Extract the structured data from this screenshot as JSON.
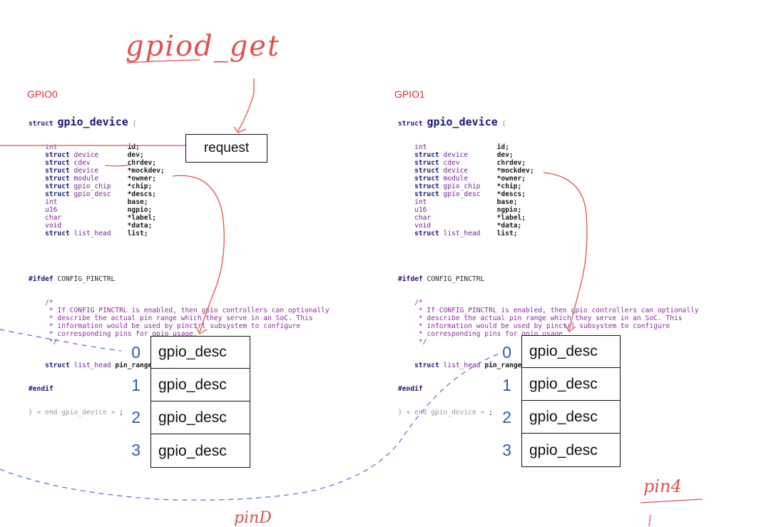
{
  "annotations": {
    "top_note": "gpiod_get",
    "bottom_note": "pin4",
    "bottom_mid_note": "pinD"
  },
  "gpio0": {
    "title": "GPIO0",
    "request_label": "request",
    "indices": [
      "0",
      "1",
      "2",
      "3"
    ],
    "descs": [
      "gpio_desc",
      "gpio_desc",
      "gpio_desc",
      "gpio_desc"
    ]
  },
  "gpio1": {
    "title": "GPIO1",
    "indices": [
      "0",
      "1",
      "2",
      "3"
    ],
    "descs": [
      "gpio_desc",
      "gpio_desc",
      "gpio_desc",
      "gpio_desc"
    ]
  },
  "code": {
    "struct_kw": "struct",
    "struct_name": "gpio_device",
    "open_brace": "{",
    "fields": [
      {
        "a": "int",
        "b": "",
        "n": "id;"
      },
      {
        "a": "struct",
        "b": "device",
        "n": "dev;"
      },
      {
        "a": "struct",
        "b": "cdev",
        "n": "chrdev;"
      },
      {
        "a": "struct",
        "b": "device",
        "n": "*mockdev;"
      },
      {
        "a": "struct",
        "b": "module",
        "n": "*owner;"
      },
      {
        "a": "struct",
        "b": "gpio_chip",
        "n": "*chip;"
      },
      {
        "a": "struct",
        "b": "gpio_desc",
        "n": "*descs;"
      },
      {
        "a": "int",
        "b": "",
        "n": "base;"
      },
      {
        "a": "u16",
        "b": "",
        "n": "ngpio;"
      },
      {
        "a": "char",
        "b": "",
        "n": "*label;"
      },
      {
        "a": "void",
        "b": "",
        "n": "*data;"
      },
      {
        "a": "struct",
        "b": "list_head",
        "n": "list;"
      }
    ],
    "ifdef": "#ifdef",
    "ifdef_macro": "CONFIG_PINCTRL",
    "comment": [
      "/*",
      " * If CONFIG_PINCTRL is enabled, then gpio controllers can optionally",
      " * describe the actual pin range which they serve in an SoC. This",
      " * information would be used by pinctrl subsystem to configure",
      " * corresponding pins for gpio usage.",
      " */"
    ],
    "pin_ranges_kw": "struct",
    "pin_ranges_type": "list_head",
    "pin_ranges_name": "pin_ranges;",
    "endif": "#endif",
    "close": "}",
    "close_comment": "« end gpio_device »",
    "close_semi": ";"
  }
}
